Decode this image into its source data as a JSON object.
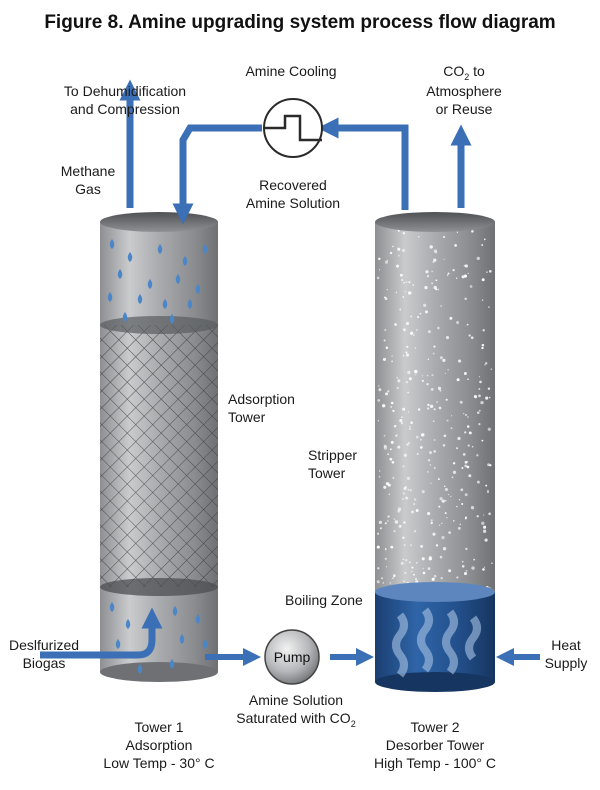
{
  "title": "Figure 8. Amine upgrading system process flow diagram",
  "labels": {
    "dehumid_line1": "To Dehumidification",
    "dehumid_line2": "and Compression",
    "amine_cooling": "Amine Cooling",
    "co2_line1_base": "CO",
    "co2_line1_sub": "2",
    "co2_line1_rest": " to",
    "co2_line2": "Atmosphere",
    "co2_line3": "or Reuse",
    "methane_line1": "Methane",
    "methane_line2": "Gas",
    "recovered_line1": "Recovered",
    "recovered_line2": "Amine Solution",
    "adsorption_line1": "Adsorption",
    "adsorption_line2": "Tower",
    "stripper_line1": "Stripper",
    "stripper_line2": "Tower",
    "boiling_zone": "Boiling Zone",
    "desulf_line1": "Deslfurized",
    "desulf_line2": "Biogas",
    "pump": "Pump",
    "heat_line1": "Heat",
    "heat_line2": "Supply",
    "amine_sat_line1": "Amine Solution",
    "amine_sat_line2_base": "Saturated with CO",
    "amine_sat_line2_sub": "2",
    "tower1_line1": "Tower 1",
    "tower1_line2": "Adsorption",
    "tower1_line3": "Low Temp - 30° C",
    "tower2_line1": "Tower 2",
    "tower2_line2": "Desorber Tower",
    "tower2_line3": "High Temp - 100° C"
  },
  "colors": {
    "arrow": "#3b6fb6",
    "tower_metal": "#9a9c9f",
    "liquid": "#1f4e8c",
    "droplet": "#4a86c8"
  }
}
